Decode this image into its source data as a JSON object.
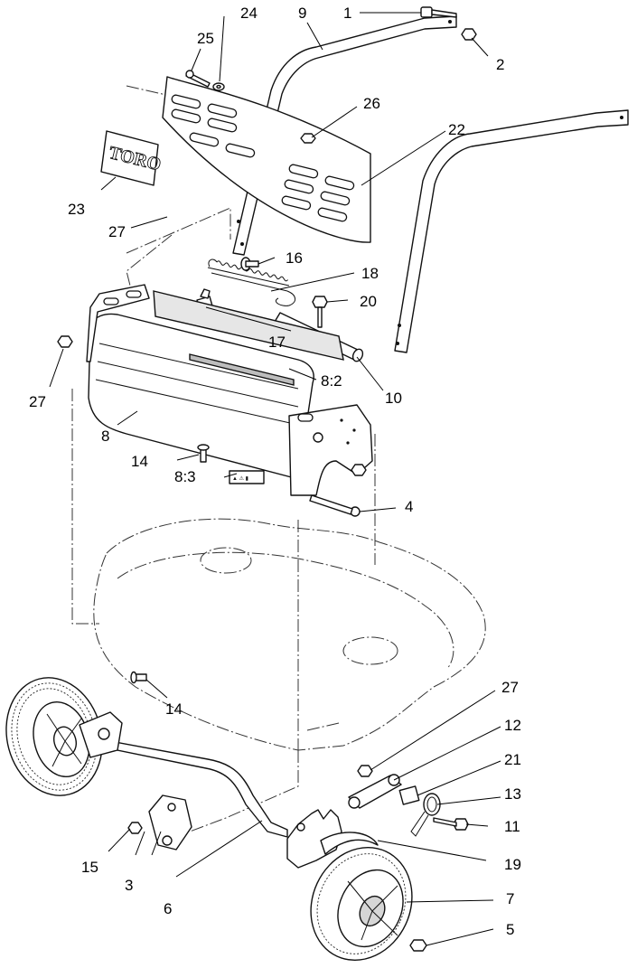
{
  "diagram": {
    "logo": {
      "text": "TORO"
    },
    "decal": {
      "text": "▲ ⚠ ▮"
    },
    "callouts": [
      {
        "id": "c1",
        "text": "1"
      },
      {
        "id": "c2",
        "text": "2"
      },
      {
        "id": "c3",
        "text": "3"
      },
      {
        "id": "c4",
        "text": "4"
      },
      {
        "id": "c5",
        "text": "5"
      },
      {
        "id": "c6",
        "text": "6"
      },
      {
        "id": "c7",
        "text": "7"
      },
      {
        "id": "c8",
        "text": "8"
      },
      {
        "id": "c8_2",
        "text": "8:2"
      },
      {
        "id": "c8_3",
        "text": "8:3"
      },
      {
        "id": "c9",
        "text": "9"
      },
      {
        "id": "c10",
        "text": "10"
      },
      {
        "id": "c11",
        "text": "11"
      },
      {
        "id": "c12",
        "text": "12"
      },
      {
        "id": "c13",
        "text": "13"
      },
      {
        "id": "c14a",
        "text": "14"
      },
      {
        "id": "c14b",
        "text": "14"
      },
      {
        "id": "c15",
        "text": "15"
      },
      {
        "id": "c16",
        "text": "16"
      },
      {
        "id": "c17",
        "text": "17"
      },
      {
        "id": "c18",
        "text": "18"
      },
      {
        "id": "c19",
        "text": "19"
      },
      {
        "id": "c20",
        "text": "20"
      },
      {
        "id": "c21",
        "text": "21"
      },
      {
        "id": "c22",
        "text": "22"
      },
      {
        "id": "c23",
        "text": "23"
      },
      {
        "id": "c24",
        "text": "24"
      },
      {
        "id": "c25",
        "text": "25"
      },
      {
        "id": "c26",
        "text": "26"
      },
      {
        "id": "c27a",
        "text": "27"
      },
      {
        "id": "c27b",
        "text": "27"
      },
      {
        "id": "c27c",
        "text": "27"
      }
    ]
  }
}
